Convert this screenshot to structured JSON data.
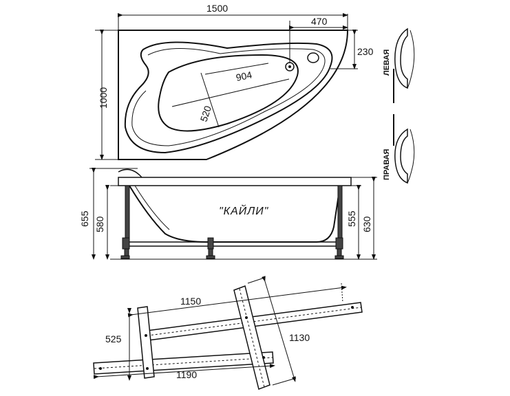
{
  "top_view": {
    "width": "1500",
    "depth": "1000",
    "offset_right": "470",
    "offset_top": "230",
    "inner_length": "904",
    "inner_width": "520"
  },
  "side_view": {
    "model_name": "\"КАЙЛИ\"",
    "total_height": "655",
    "rim_height": "580",
    "leg_height_right": "555",
    "height_right": "630"
  },
  "frame_view": {
    "rail_top": "1150",
    "cross_rail": "1130",
    "leg_spread": "525",
    "rail_bottom": "1190"
  },
  "orientation": {
    "left_label": "ЛЕВАЯ",
    "right_label": "ПРАВАЯ"
  }
}
